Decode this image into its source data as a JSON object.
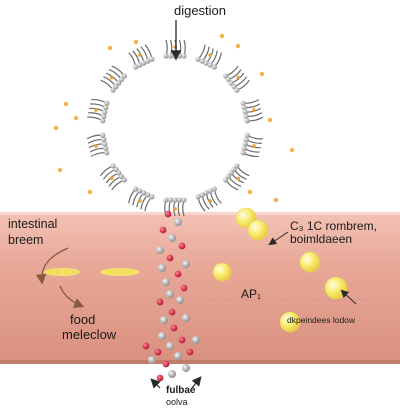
{
  "labels": {
    "top": "digestion",
    "left_line1": "intestinal",
    "left_line2": "breem",
    "food_line1": "food",
    "food_line2": "meleclow",
    "right_line1": "C₃ 1C rombrem,",
    "right_line2": "boimldaeen",
    "ap": "AP₁",
    "right_small": "dkpeindees lodow",
    "bottom_line1": "fulbae",
    "bottom_line2": "oolva"
  },
  "colors": {
    "tube": "#e8a898",
    "tube_edge": "#c9806e",
    "micelle_head": "#d8d8d8",
    "tail": "#707070",
    "accent_orange": "#f0a030",
    "bead_grey": "#9a9a9a",
    "bead_red": "#d02040",
    "yellow": "#f6e96a"
  }
}
